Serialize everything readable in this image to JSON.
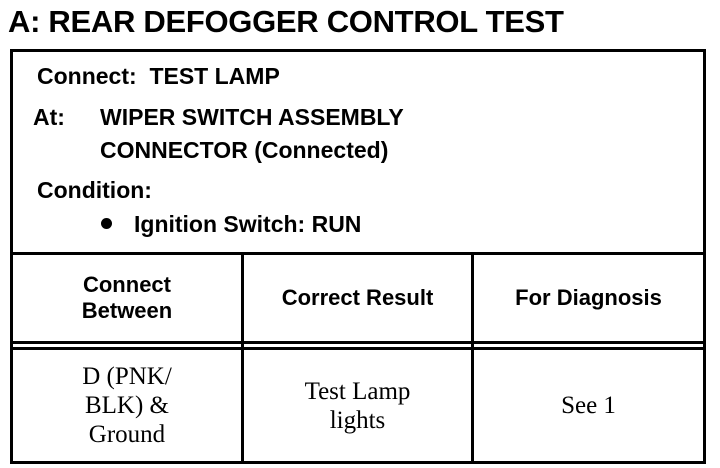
{
  "title": "A: REAR DEFOGGER CONTROL TEST",
  "info": {
    "connect_label": "Connect:",
    "connect_value": "TEST LAMP",
    "at_label": "At:",
    "at_value_line1": "WIPER SWITCH ASSEMBLY",
    "at_value_line2": "CONNECTOR (Connected)",
    "condition_label": "Condition:",
    "condition_item": "Ignition Switch: RUN"
  },
  "table": {
    "headers": [
      {
        "line1": "Connect",
        "line2": "Between"
      },
      {
        "line1": "Correct Result",
        "line2": ""
      },
      {
        "line1": "For Diagnosis",
        "line2": ""
      }
    ],
    "row": {
      "connect_between": [
        "D (PNK/",
        "BLK) &",
        "Ground"
      ],
      "correct_result": [
        "Test Lamp",
        "lights"
      ],
      "for_diagnosis": "See 1"
    }
  }
}
